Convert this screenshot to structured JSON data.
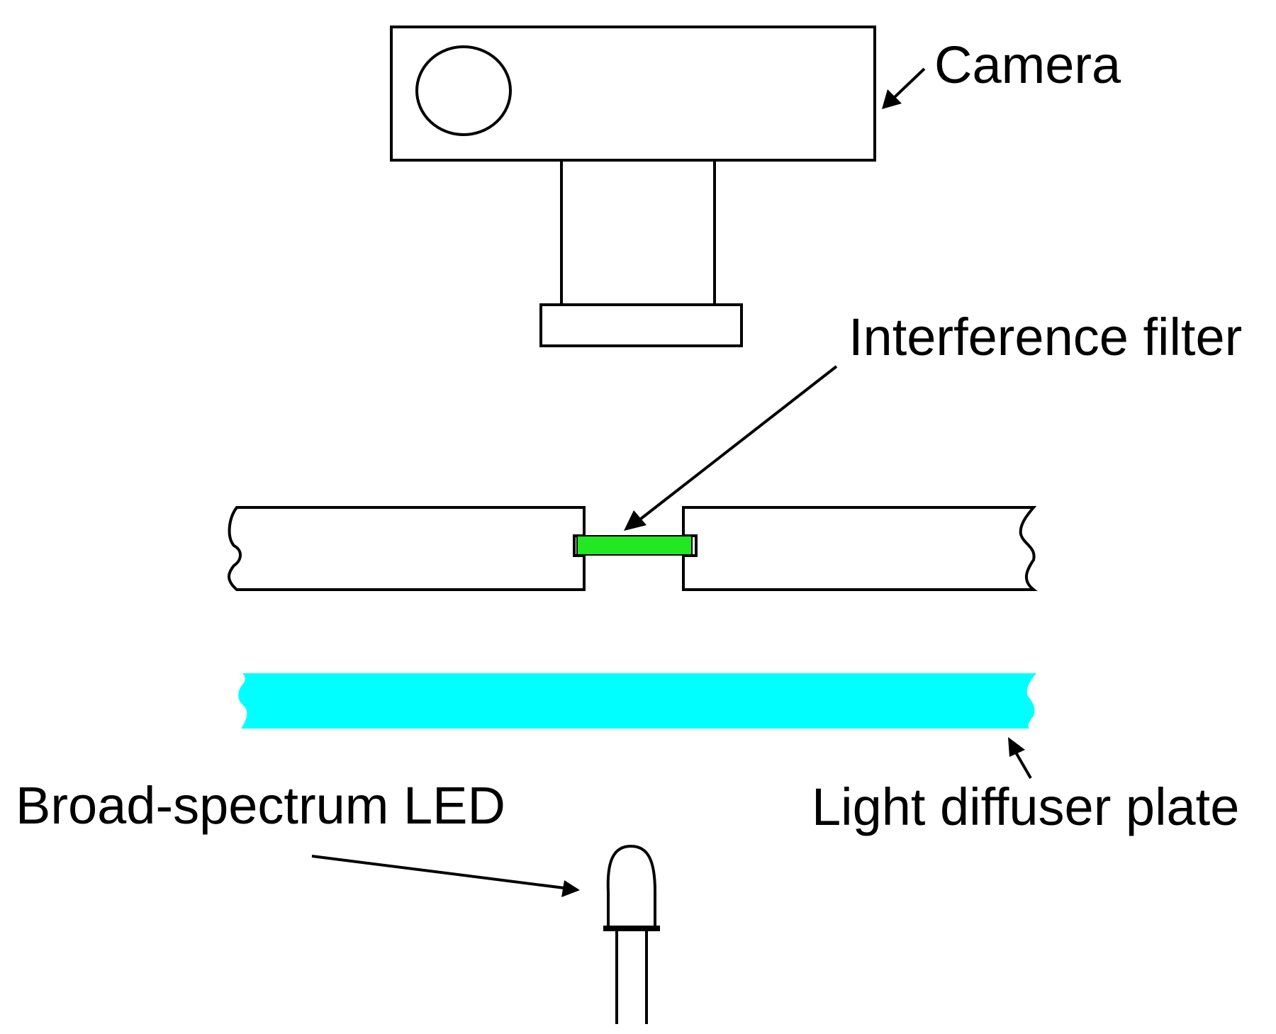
{
  "labels": {
    "camera": "Camera",
    "interference_filter": "Interference filter",
    "light_diffuser_plate": "Light diffuser plate",
    "broad_spectrum_led": "Broad-spectrum LED"
  },
  "colors": {
    "filter": "#22e822",
    "diffuser": "#00ffff",
    "outline": "#000000",
    "background": "#ffffff"
  },
  "icons": {
    "camera": "camera-icon",
    "lens": "camera-lens-icon",
    "led": "led-icon"
  }
}
